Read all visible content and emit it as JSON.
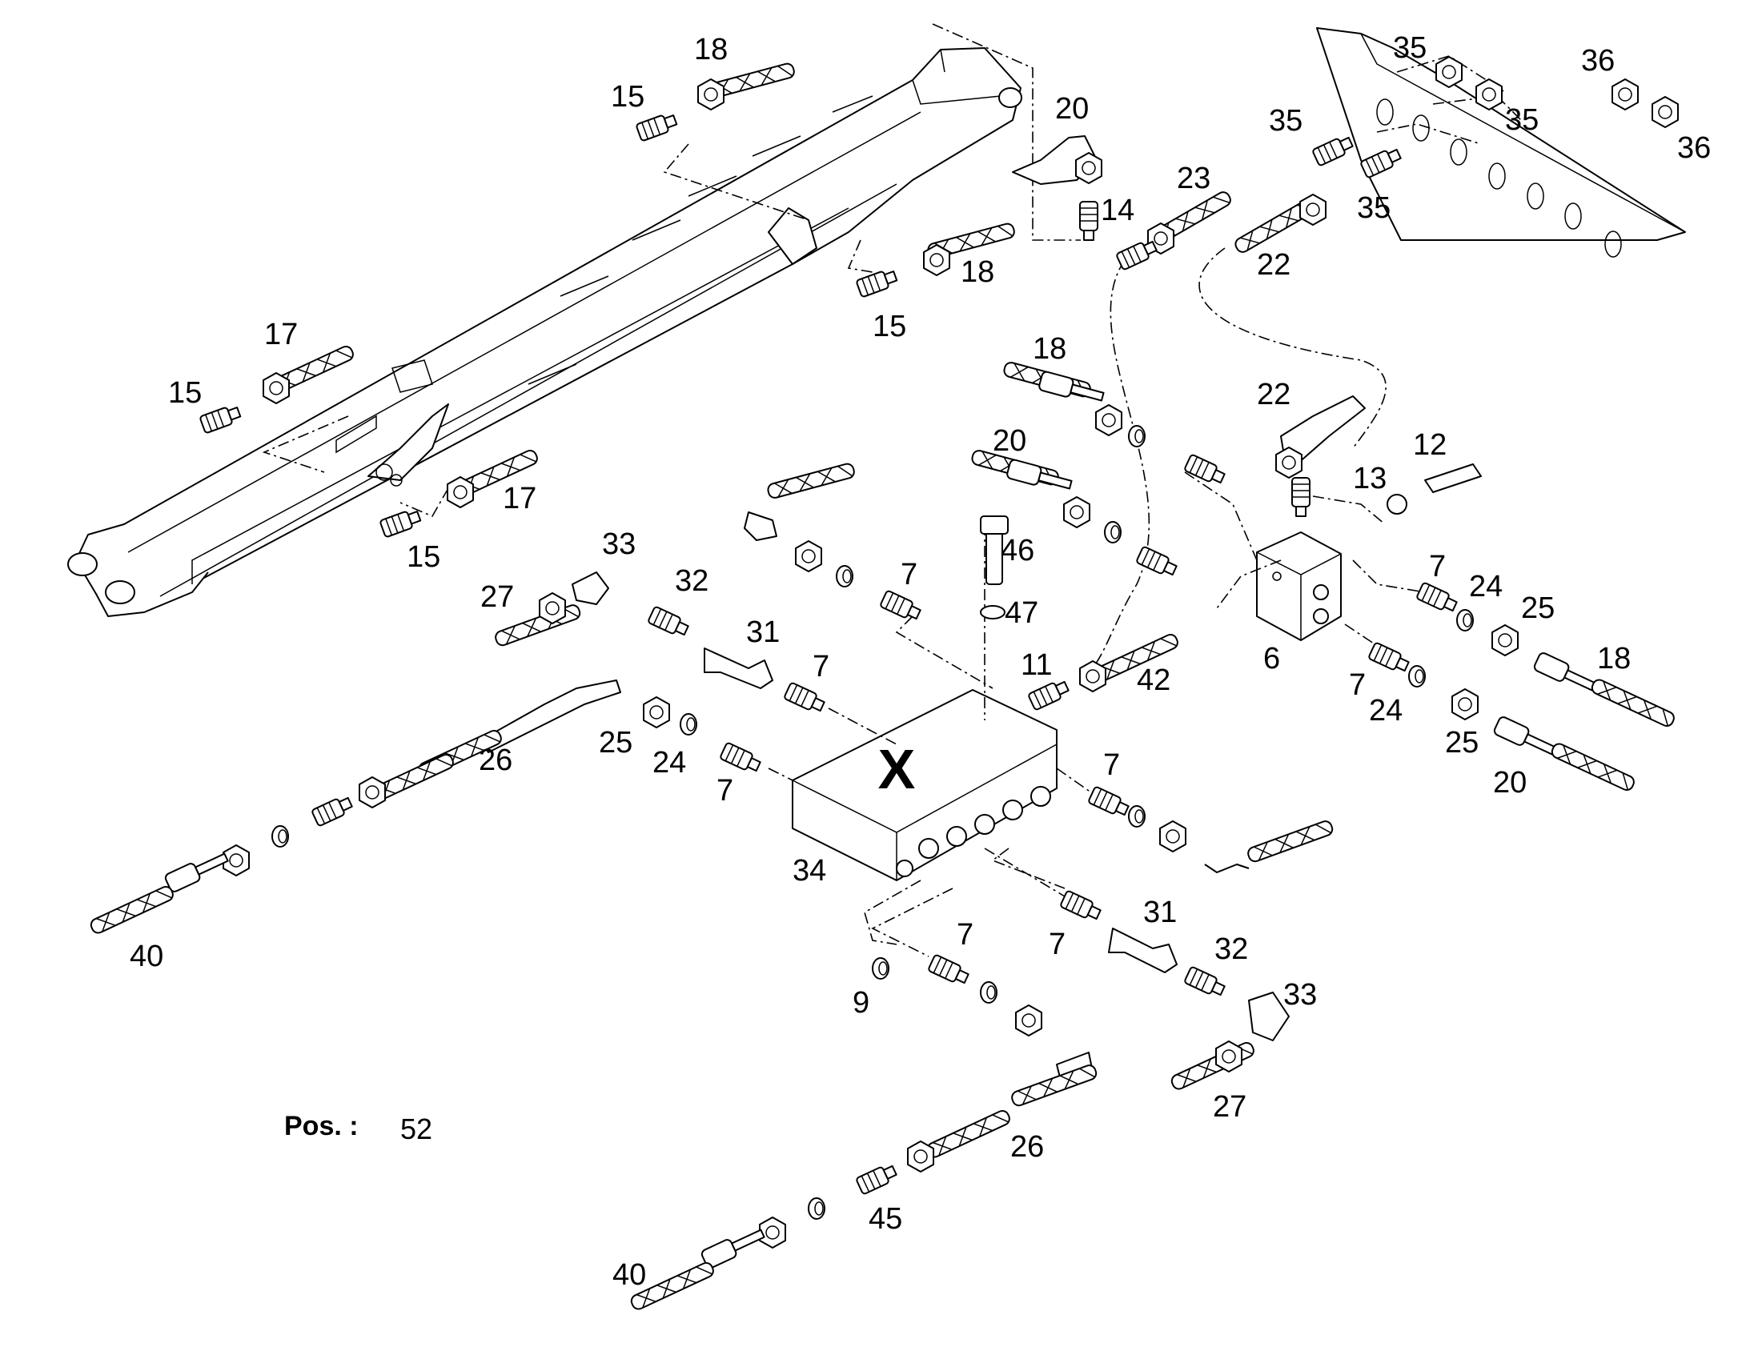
{
  "pos_label": "Pos. :",
  "pos_value": "52",
  "block_marker": "X",
  "callouts": [
    {
      "id": "c18a",
      "text": "18"
    },
    {
      "id": "c15a",
      "text": "15"
    },
    {
      "id": "c20a",
      "text": "20"
    },
    {
      "id": "c14",
      "text": "14"
    },
    {
      "id": "c18b",
      "text": "18"
    },
    {
      "id": "c15b",
      "text": "15"
    },
    {
      "id": "c17a",
      "text": "17"
    },
    {
      "id": "c15c",
      "text": "15"
    },
    {
      "id": "c17b",
      "text": "17"
    },
    {
      "id": "c15d",
      "text": "15"
    },
    {
      "id": "c35a",
      "text": "35"
    },
    {
      "id": "c36a",
      "text": "36"
    },
    {
      "id": "c35b",
      "text": "35"
    },
    {
      "id": "c35c",
      "text": "35"
    },
    {
      "id": "c36b",
      "text": "36"
    },
    {
      "id": "c23",
      "text": "23"
    },
    {
      "id": "c35d",
      "text": "35"
    },
    {
      "id": "c22a",
      "text": "22"
    },
    {
      "id": "c18c",
      "text": "18"
    },
    {
      "id": "c22b",
      "text": "22"
    },
    {
      "id": "c12",
      "text": "12"
    },
    {
      "id": "c20b",
      "text": "20"
    },
    {
      "id": "c13",
      "text": "13"
    },
    {
      "id": "c46",
      "text": "46"
    },
    {
      "id": "c7a",
      "text": "7"
    },
    {
      "id": "c24a",
      "text": "24"
    },
    {
      "id": "c25a",
      "text": "25"
    },
    {
      "id": "c33a",
      "text": "33"
    },
    {
      "id": "c32a",
      "text": "32"
    },
    {
      "id": "c7b",
      "text": "7"
    },
    {
      "id": "c47",
      "text": "47"
    },
    {
      "id": "c27a",
      "text": "27"
    },
    {
      "id": "c31a",
      "text": "31"
    },
    {
      "id": "c6",
      "text": "6"
    },
    {
      "id": "c18d",
      "text": "18"
    },
    {
      "id": "c11",
      "text": "11"
    },
    {
      "id": "c42",
      "text": "42"
    },
    {
      "id": "c7c",
      "text": "7"
    },
    {
      "id": "c7d",
      "text": "7"
    },
    {
      "id": "c24b",
      "text": "24"
    },
    {
      "id": "c25b",
      "text": "25"
    },
    {
      "id": "c25c",
      "text": "25"
    },
    {
      "id": "c24c",
      "text": "24"
    },
    {
      "id": "c26a",
      "text": "26"
    },
    {
      "id": "c7e",
      "text": "7"
    },
    {
      "id": "c20c",
      "text": "20"
    },
    {
      "id": "c7f",
      "text": "7"
    },
    {
      "id": "c34",
      "text": "34"
    },
    {
      "id": "c40a",
      "text": "40"
    },
    {
      "id": "c31b",
      "text": "31"
    },
    {
      "id": "c7g",
      "text": "7"
    },
    {
      "id": "c7h",
      "text": "7"
    },
    {
      "id": "c32b",
      "text": "32"
    },
    {
      "id": "c33b",
      "text": "33"
    },
    {
      "id": "c9",
      "text": "9"
    },
    {
      "id": "c27b",
      "text": "27"
    },
    {
      "id": "c26b",
      "text": "26"
    },
    {
      "id": "c45",
      "text": "45"
    },
    {
      "id": "c40b",
      "text": "40"
    }
  ]
}
